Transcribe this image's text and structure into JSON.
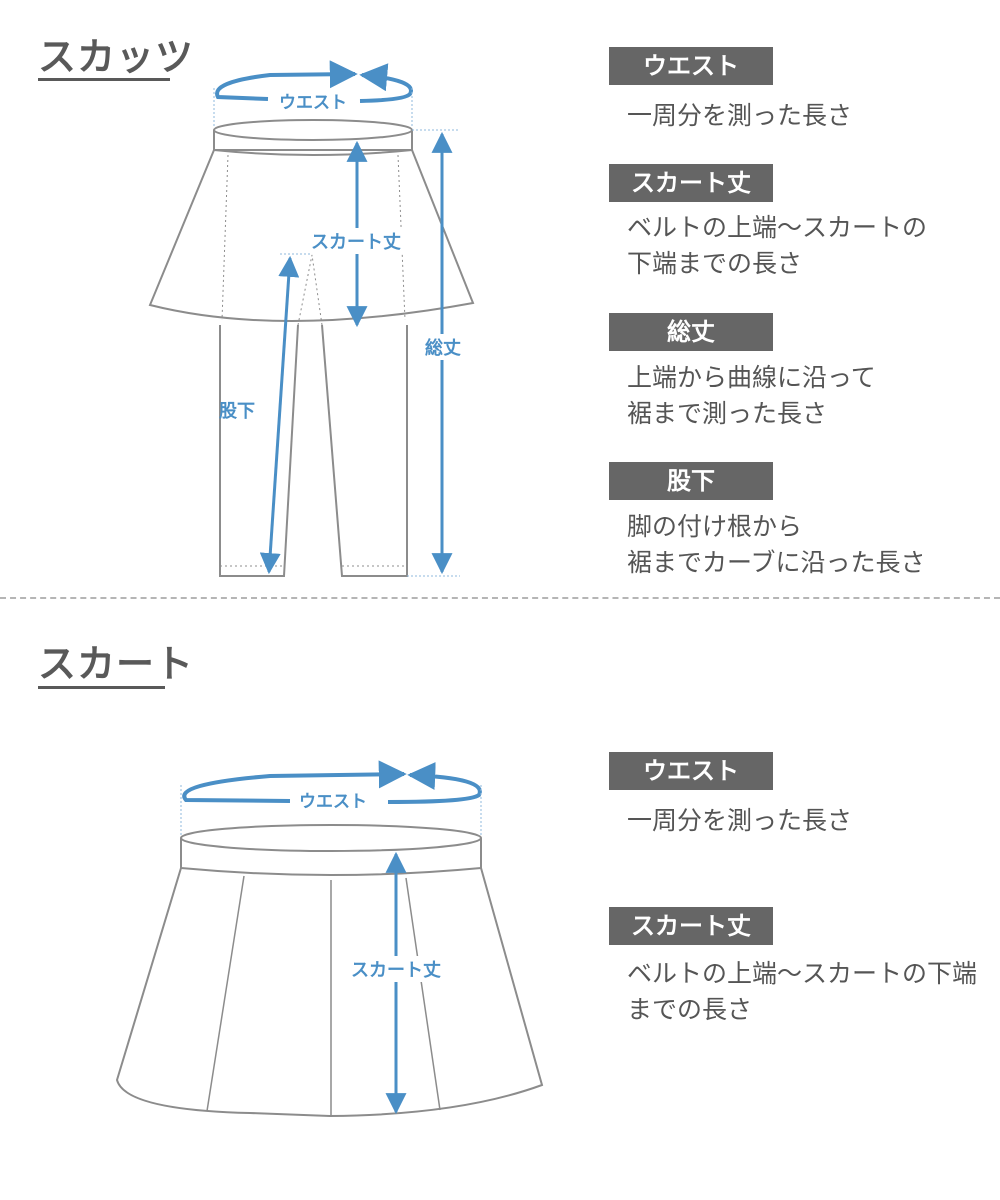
{
  "sections": {
    "scuts": {
      "title": "スカッツ",
      "measurements": [
        {
          "label": "ウエスト",
          "lines": [
            "一周分を測った長さ"
          ]
        },
        {
          "label": "スカート丈",
          "lines": [
            "ベルトの上端～スカートの",
            "下端までの長さ"
          ]
        },
        {
          "label": "総丈",
          "lines": [
            "上端から曲線に沿って",
            "裾まで測った長さ"
          ]
        },
        {
          "label": "股下",
          "lines": [
            "脚の付け根から",
            "裾までカーブに沿った長さ"
          ]
        }
      ],
      "diagram_labels": {
        "waist": "ウエスト",
        "skirt_length": "スカート丈",
        "total_length": "総丈",
        "inseam": "股下"
      }
    },
    "skirt": {
      "title": "スカート",
      "measurements": [
        {
          "label": "ウエスト",
          "lines": [
            "一周分を測った長さ"
          ]
        },
        {
          "label": "スカート丈",
          "lines": [
            "ベルトの上端～スカートの下端",
            "までの長さ"
          ]
        }
      ],
      "diagram_labels": {
        "waist": "ウエスト",
        "skirt_length": "スカート丈"
      }
    }
  },
  "colors": {
    "accent_blue": "#4a8fc6",
    "outline_gray": "#8c8c8c",
    "label_box": "#666666",
    "text": "#555555"
  }
}
